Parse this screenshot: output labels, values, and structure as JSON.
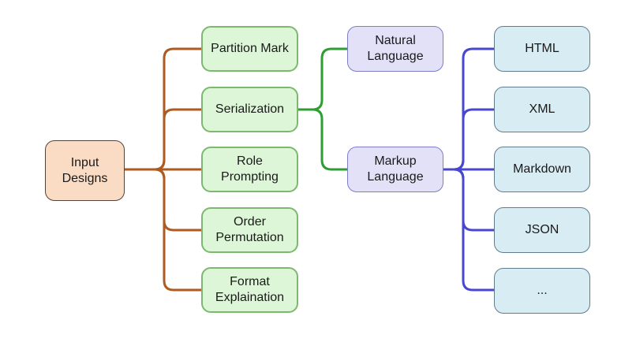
{
  "diagram": {
    "description": "Tree diagram of prompt input design options",
    "nodes": {
      "root": "Input\nDesigns",
      "level1": [
        "Partition Mark",
        "Serialization",
        "Role\nPrompting",
        "Order\nPermutation",
        "Format\nExplaination"
      ],
      "level2": [
        "Natural\nLanguage",
        "Markup\nLanguage"
      ],
      "level3": [
        "HTML",
        "XML",
        "Markdown",
        "JSON",
        "..."
      ]
    },
    "colors": {
      "background": "#ffffff",
      "text": "#1a1a1a",
      "root_fill": "#fadcc4",
      "root_border": "#55423a",
      "level1_fill": "#ddf6d8",
      "level1_border": "#7cb96f",
      "level2_fill": "#e2e1f7",
      "level2_border": "#7d7dc8",
      "level3_fill": "#d8ecf4",
      "level3_border": "#5f7d8c",
      "edge_root_branches": "#ae5a21",
      "edge_serialization_branches": "#2e9e33",
      "edge_markup_branches": "#4747d1"
    }
  }
}
